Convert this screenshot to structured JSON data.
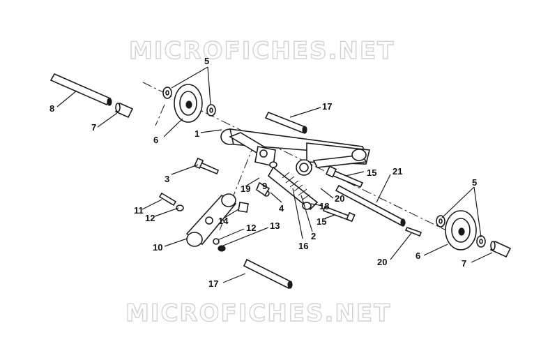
{
  "watermark": {
    "top_text": "MICROFICHES.NET",
    "bottom_text": "MICROFICHES.NET",
    "color": "#d2d2d2"
  },
  "callouts": {
    "c1": "1",
    "c2": "2",
    "c3": "3",
    "c4": "4",
    "c5a": "5",
    "c5b": "5",
    "c6a": "6",
    "c6b": "6",
    "c7a": "7",
    "c7b": "7",
    "c8": "8",
    "c9": "9",
    "c10": "10",
    "c11": "11",
    "c12a": "12",
    "c12b": "12",
    "c13": "13",
    "c14": "14",
    "c15a": "15",
    "c15b": "15",
    "c16": "16",
    "c17a": "17",
    "c17b": "17",
    "c18": "18",
    "c19": "19",
    "c20a": "20",
    "c20b": "20",
    "c21": "21"
  },
  "colors": {
    "ink": "#1a1a1a",
    "background": "#ffffff"
  }
}
